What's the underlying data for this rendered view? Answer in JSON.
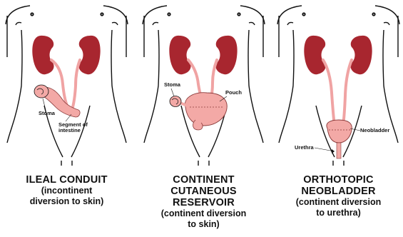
{
  "panels": [
    {
      "title_lines": [
        "ILEAL CONDUIT"
      ],
      "subtitle_lines": [
        "(incontinent",
        "diversion to skin)"
      ],
      "labels": {
        "stoma": "Stoma",
        "segment_line1": "Segment of",
        "segment_line2": "intestine"
      }
    },
    {
      "title_lines": [
        "CONTINENT",
        "CUTANEOUS",
        "RESERVOIR"
      ],
      "subtitle_lines": [
        "(continent diversion",
        "to skin)"
      ],
      "labels": {
        "stoma": "Stoma",
        "pouch": "Pouch"
      }
    },
    {
      "title_lines": [
        "ORTHOTOPIC",
        "NEOBLADDER"
      ],
      "subtitle_lines": [
        "(continent diversion",
        "to urethra)"
      ],
      "labels": {
        "neobladder": "Neobladder",
        "urethra": "Urethra"
      }
    }
  ],
  "colors": {
    "kidney": "#a8262f",
    "ureter": "#f0a3a3",
    "intestine": "#f3a9a6",
    "outline": "#111111"
  }
}
